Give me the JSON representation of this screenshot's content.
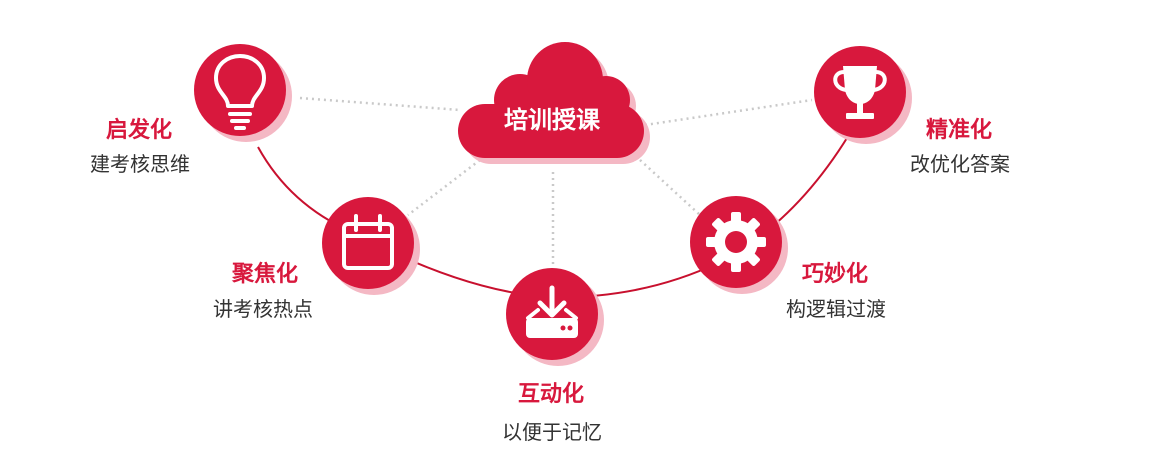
{
  "colors": {
    "accent": "#d8183d",
    "shadow": "#f4b8c4",
    "curve": "#c8102e",
    "dotted": "#c9c9c9",
    "subtext": "#333333"
  },
  "center": {
    "label": "培训授课",
    "icon": "cloud-icon"
  },
  "nodes": [
    {
      "id": "qifa",
      "title": "启发化",
      "subtitle": "建考核思维",
      "icon": "lightbulb-icon"
    },
    {
      "id": "jujiao",
      "title": "聚焦化",
      "subtitle": "讲考核热点",
      "icon": "calendar-icon"
    },
    {
      "id": "hudong",
      "title": "互动化",
      "subtitle": "以便于记忆",
      "icon": "download-tray-icon"
    },
    {
      "id": "qiaomiao",
      "title": "巧妙化",
      "subtitle": "构逻辑过渡",
      "icon": "gear-icon"
    },
    {
      "id": "jingzhun",
      "title": "精准化",
      "subtitle": "改优化答案",
      "icon": "trophy-icon"
    }
  ]
}
